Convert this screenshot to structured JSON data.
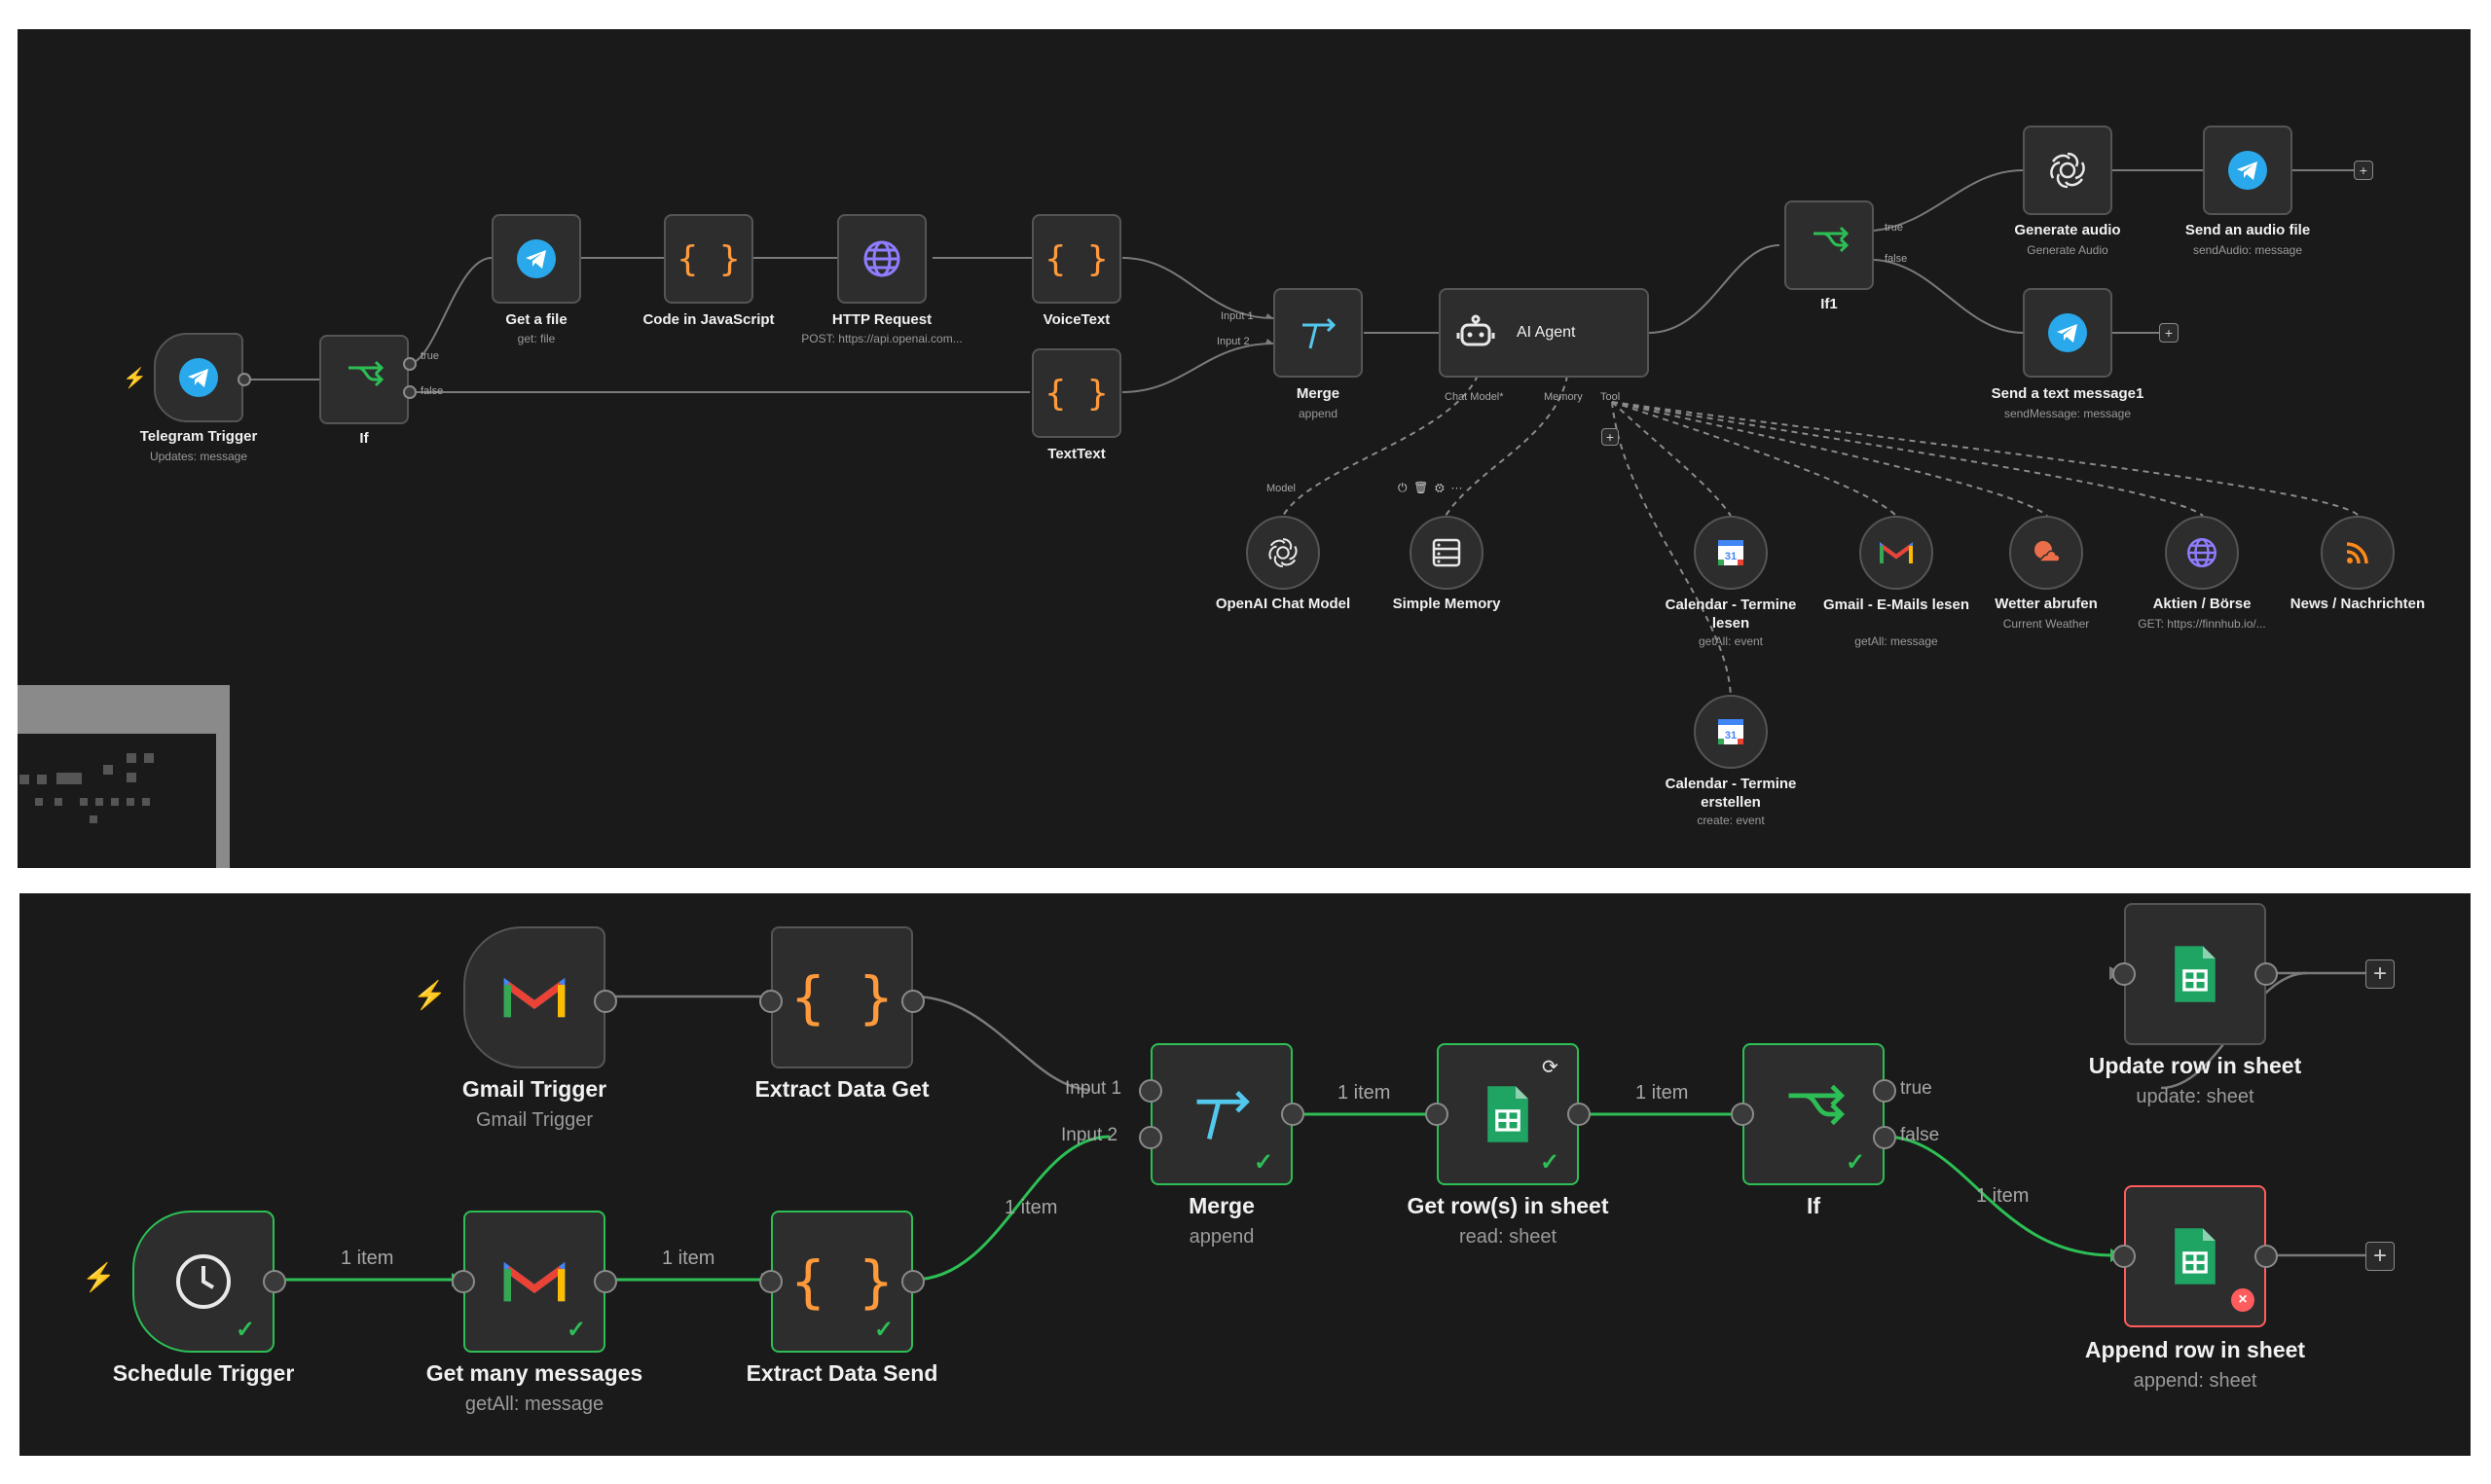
{
  "colors": {
    "canvas": "#1a1a1a",
    "node": "#2d2d2d",
    "success": "#2dbf55",
    "error": "#ff5d5d",
    "trigger": "#ff7a1a"
  },
  "top": {
    "nodes": {
      "telegram_trigger": {
        "label": "Telegram Trigger",
        "sub": "Updates: message",
        "icon": "telegram-icon"
      },
      "if": {
        "label": "If",
        "icon": "if-branch-icon"
      },
      "get_file": {
        "label": "Get a file",
        "sub": "get: file",
        "icon": "telegram-icon"
      },
      "code_js": {
        "label": "Code in JavaScript",
        "icon": "code-braces-icon"
      },
      "http_request": {
        "label": "HTTP Request",
        "sub": "POST: https://api.openai.com...",
        "icon": "globe-icon"
      },
      "voicetext": {
        "label": "VoiceText",
        "icon": "code-braces-icon"
      },
      "texttext": {
        "label": "TextText",
        "icon": "code-braces-icon"
      },
      "merge": {
        "label": "Merge",
        "sub": "append",
        "icon": "merge-icon"
      },
      "ai_agent": {
        "label": "AI Agent",
        "icon": "robot-icon"
      },
      "if1": {
        "label": "If1",
        "icon": "if-branch-icon"
      },
      "generate_audio": {
        "label": "Generate audio",
        "sub": "Generate Audio",
        "icon": "openai-icon"
      },
      "send_audio": {
        "label": "Send an audio file",
        "sub": "sendAudio: message",
        "icon": "telegram-icon"
      },
      "send_text": {
        "label": "Send a text message1",
        "sub": "sendMessage: message",
        "icon": "telegram-icon"
      },
      "openai_chat": {
        "label": "OpenAI Chat Model",
        "icon": "openai-icon"
      },
      "simple_memory": {
        "label": "Simple Memory",
        "icon": "database-icon"
      },
      "calendar_read": {
        "label": "Calendar - Termine lesen",
        "sub": "getAll: event",
        "icon": "google-calendar-icon"
      },
      "gmail_read": {
        "label": "Gmail - E-Mails lesen",
        "sub": "getAll: message",
        "icon": "gmail-icon"
      },
      "weather": {
        "label": "Wetter abrufen",
        "sub": "Current Weather",
        "icon": "weather-icon"
      },
      "stocks": {
        "label": "Aktien / Börse",
        "sub": "GET: https://finnhub.io/...",
        "icon": "globe-icon"
      },
      "news": {
        "label": "News / Nachrichten",
        "icon": "rss-icon"
      },
      "calendar_create": {
        "label": "Calendar - Termine erstellen",
        "sub": "create: event",
        "icon": "google-calendar-icon"
      }
    },
    "ports": {
      "true": "true",
      "false": "false",
      "input1": "Input 1",
      "input2": "Input 2",
      "chat_model": "Chat Model*",
      "memory": "Memory",
      "tool": "Tool",
      "model": "Model"
    }
  },
  "bottom": {
    "nodes": {
      "gmail_trigger": {
        "label": "Gmail Trigger",
        "sub": "Gmail Trigger",
        "icon": "gmail-icon"
      },
      "extract_get": {
        "label": "Extract Data Get",
        "icon": "code-braces-icon"
      },
      "schedule_trigger": {
        "label": "Schedule Trigger",
        "icon": "clock-icon"
      },
      "get_many": {
        "label": "Get many messages",
        "sub": "getAll: message",
        "icon": "gmail-icon"
      },
      "extract_send": {
        "label": "Extract Data Send",
        "icon": "code-braces-icon"
      },
      "merge": {
        "label": "Merge",
        "sub": "append",
        "icon": "merge-icon"
      },
      "get_rows": {
        "label": "Get row(s) in sheet",
        "sub": "read: sheet",
        "icon": "google-sheets-icon"
      },
      "if": {
        "label": "If",
        "icon": "if-branch-icon"
      },
      "update_row": {
        "label": "Update row in sheet",
        "sub": "update: sheet",
        "icon": "google-sheets-icon"
      },
      "append_row": {
        "label": "Append row in sheet",
        "sub": "append: sheet",
        "icon": "google-sheets-icon"
      }
    },
    "edges": {
      "item": "1 item"
    },
    "ports": {
      "input1": "Input 1",
      "input2": "Input 2",
      "true": "true",
      "false": "false"
    }
  }
}
